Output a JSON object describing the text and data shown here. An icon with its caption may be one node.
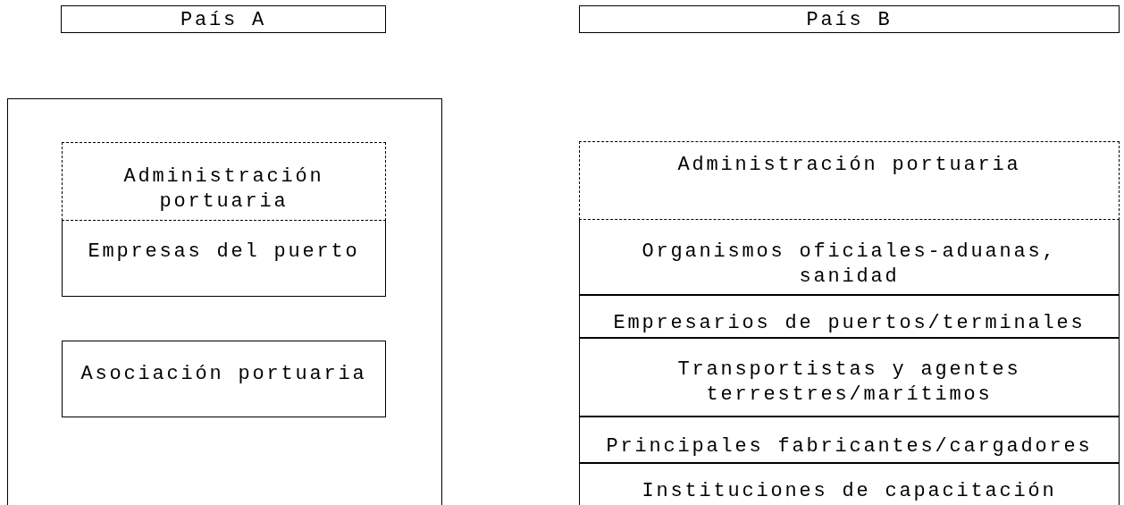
{
  "diagram": {
    "nodes": [
      {
        "text": [
          "País A"
        ]
      },
      {
        "text": [
          "País B"
        ]
      },
      {
        "text": [],
        "shape": "box"
      },
      {
        "text": [
          "Administración portuaria"
        ],
        "in": 2
      },
      {
        "text": [
          "Empresas del puerto"
        ],
        "in": 2
      },
      {
        "text": [
          "Asociación portuaria"
        ],
        "in": 2
      },
      {
        "text": [
          "Administración portuaria"
        ]
      },
      {
        "text": [
          "Organismos oficiales-aduanas, sanidad"
        ]
      },
      {
        "text": [
          "Empresarios de puertos/terminales"
        ]
      },
      {
        "text": [
          "Transportistas y agentes terrestres/marítimos"
        ]
      },
      {
        "text": [
          "Principales fabricantes/cargadores"
        ]
      },
      {
        "text": [
          "Instituciones de capacitación"
        ]
      }
    ],
    "edges": []
  }
}
